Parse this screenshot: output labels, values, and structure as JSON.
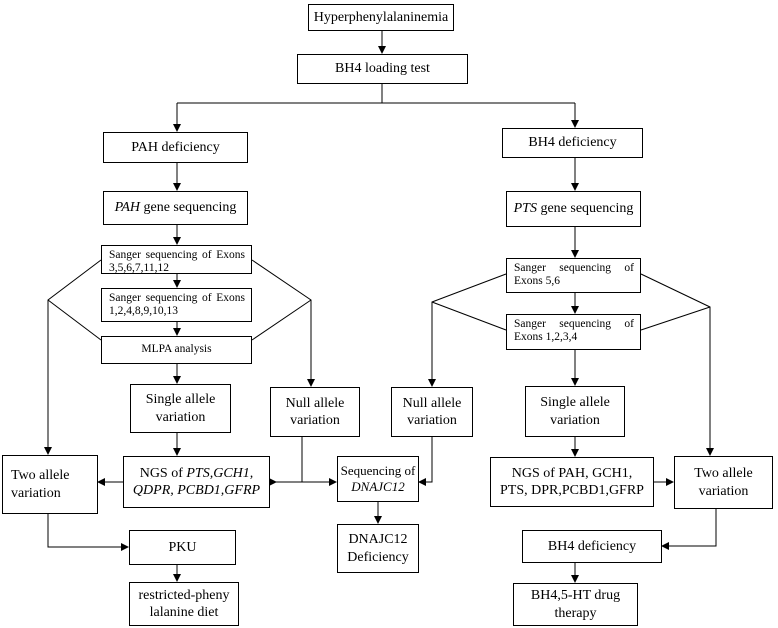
{
  "nodes": {
    "hyperphenylalaninemia": "Hyperphenylalaninemia",
    "bh4_loading_test": "BH4 loading test",
    "pah_deficiency": "PAH deficiency",
    "bh4_deficiency_top": "BH4 deficiency",
    "pah_seq": {
      "gene": "PAH",
      "rest": " gene sequencing"
    },
    "pts_seq": {
      "gene": "PTS",
      "rest": " gene sequencing"
    },
    "sanger_pah_1": "Sanger sequencing of Exons 3,5,6,7,11,12",
    "sanger_pah_2": "Sanger sequencing of Exons 1,2,4,8,9,10,13",
    "mlpa": "MLPA analysis",
    "sanger_pts_1": "Sanger sequencing of Exons 5,6",
    "sanger_pts_2": "Sanger sequencing of Exons 1,2,3,4",
    "single_allele_left": "Single allele variation",
    "null_allele_left": "Null allele variation",
    "null_allele_right": "Null allele variation",
    "single_allele_right": "Single allele variation",
    "two_allele_left": "Two allele variation",
    "two_allele_right": "Two allele variation",
    "ngs_left": {
      "prefix": "NGS of ",
      "genes_line1": "PTS,GCH1,",
      "genes_line2": "QDPR, PCBD1,GFRP"
    },
    "ngs_right": {
      "line1": "NGS of PAH, GCH1,",
      "line2": "PTS, DPR,PCBD1,GFRP"
    },
    "dnajc12_seq": {
      "line1": "Sequencing of",
      "line2": "DNAJC12"
    },
    "dnajc12_def": {
      "line1": "DNAJC12",
      "line2": "Deficiency"
    },
    "pku": "PKU",
    "bh4_deficiency_bottom": "BH4 deficiency",
    "diet": {
      "line1": "restricted-pheny",
      "line2": "lalanine diet"
    },
    "drug": {
      "line1": "BH4,5-HT drug",
      "line2": "therapy"
    }
  }
}
